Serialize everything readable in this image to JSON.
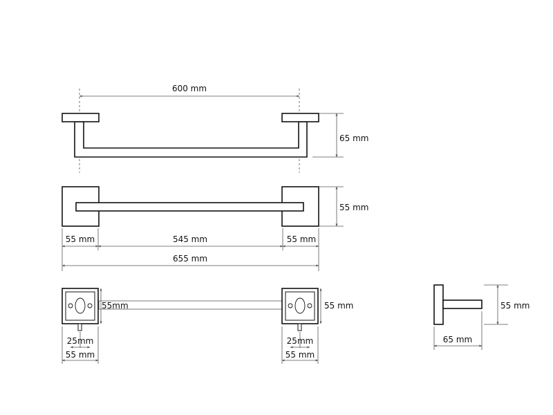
{
  "top_view": {
    "width_label": "600 mm",
    "height_label": "65 mm"
  },
  "front_view": {
    "height_label": "55 mm",
    "left_label": "55 mm",
    "middle_label": "545 mm",
    "right_label": "55 mm",
    "total_label": "655 mm"
  },
  "mount_view": {
    "left_height_label": "55mm",
    "right_height_label": "55 mm",
    "left_screw_label": "25mm",
    "right_screw_label": "25mm",
    "left_width_label": "55 mm",
    "right_width_label": "55 mm"
  },
  "side_view": {
    "height_label": "55 mm",
    "depth_label": "65 mm"
  },
  "colors": {
    "line": "#111111",
    "dimension": "#555555"
  }
}
